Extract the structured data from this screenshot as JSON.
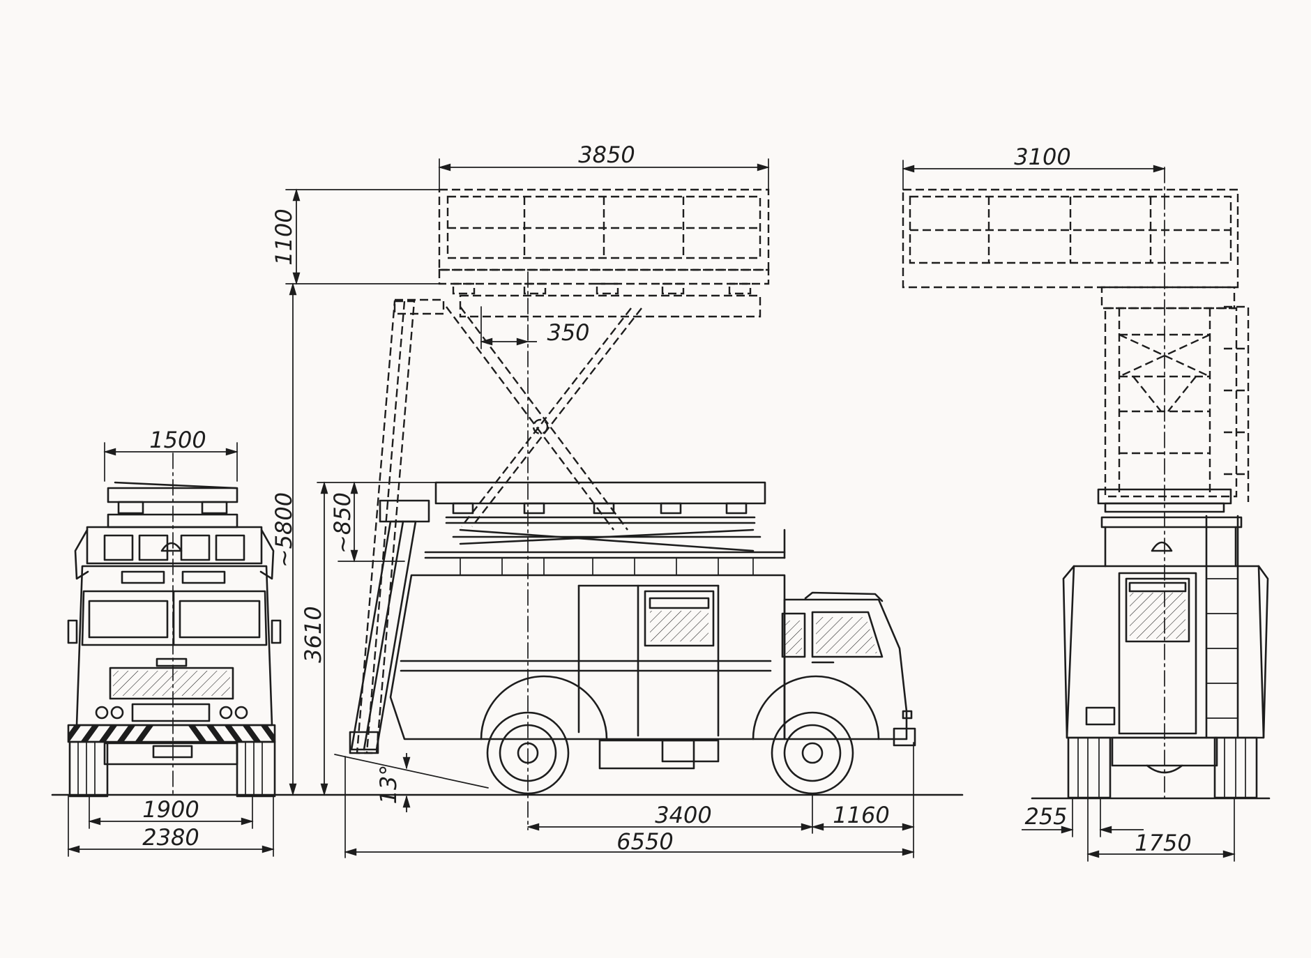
{
  "dimensions": {
    "front_top_width": "1500",
    "front_track": "1900",
    "front_overall_width": "2380",
    "platform_height": "1100",
    "max_height": "~5800",
    "platform_length": "3850",
    "scissor_offset": "350",
    "lowered_platform": "~850",
    "stowed_height": "3610",
    "approach_angle": "13°",
    "wheelbase": "3400",
    "front_overhang": "1160",
    "overall_length": "6550",
    "rear_platform_width": "3100",
    "rear_offset": "255",
    "rear_track": "1750"
  }
}
